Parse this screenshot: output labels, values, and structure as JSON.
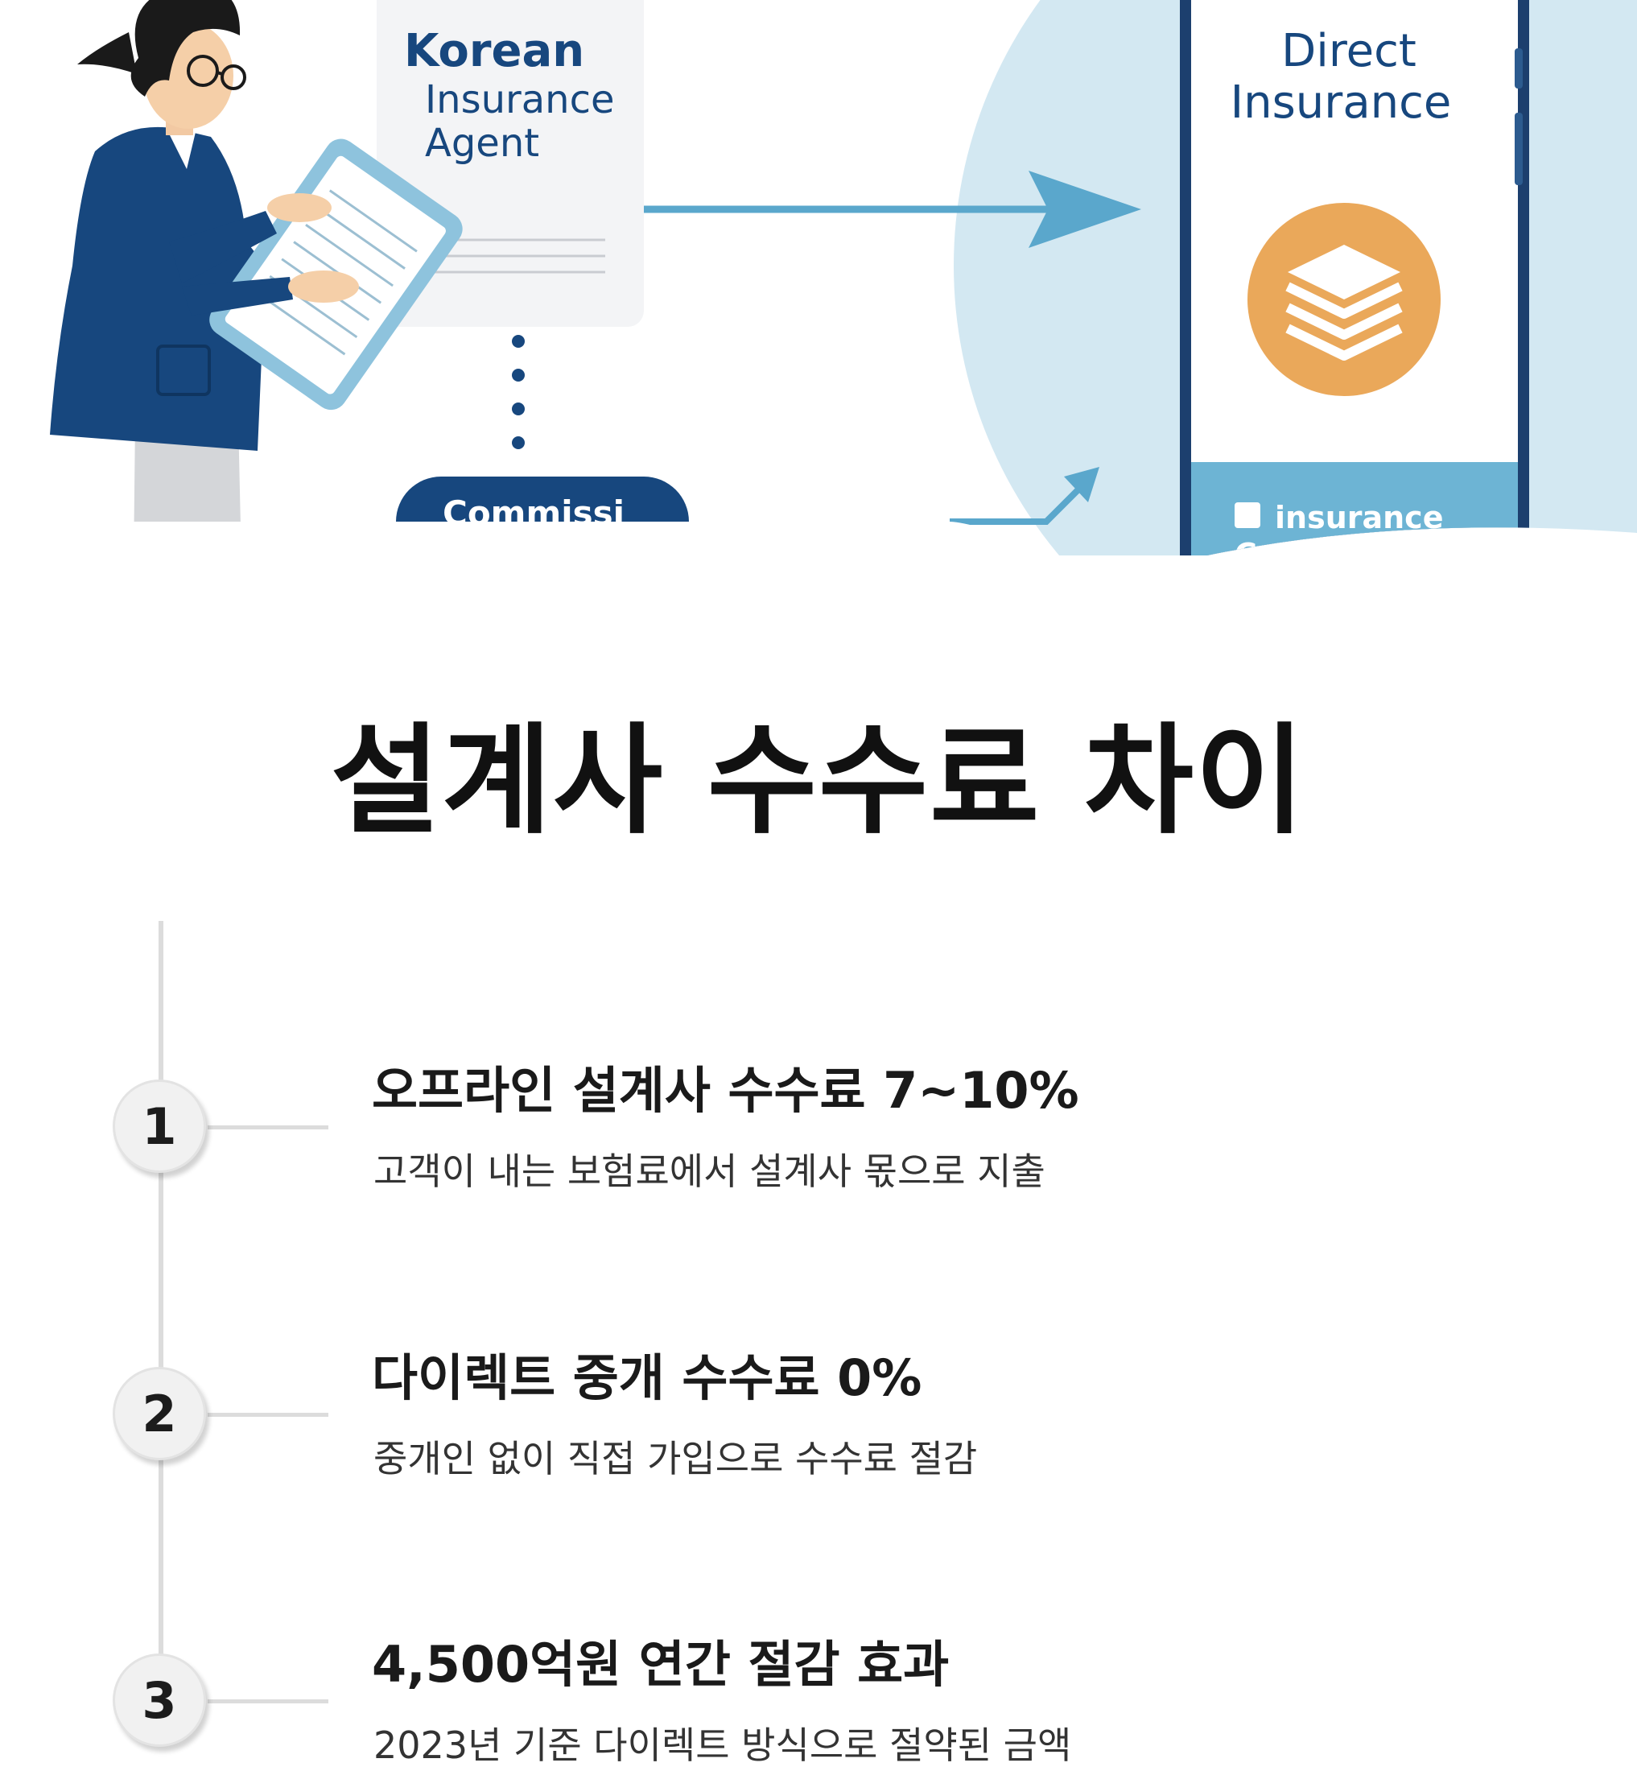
{
  "hero": {
    "agent_label_line1": "Korean",
    "agent_label_line2": "Insurance",
    "agent_label_line3": "Agent",
    "commission_tag": "Commissi",
    "direct_label_line1": "Direct",
    "direct_label_line2": "Insurance",
    "company_label_line1": "insurance",
    "company_label_line2": "Company"
  },
  "section": {
    "title": "설계사 수수료 차이"
  },
  "steps": [
    {
      "number": "1",
      "heading": "오프라인 설계사 수수료 7~10%",
      "description": "고객이 내는 보험료에서 설계사 몫으로 지출"
    },
    {
      "number": "2",
      "heading": "다이렉트 중개 수수료 0%",
      "description": "중개인 없이 직접 가입으로 수수료 절감"
    },
    {
      "number": "3",
      "heading": "4,500억원 연간 절감 효과",
      "description": "2023년 기준 다이렉트 방식으로 절약된 금액"
    }
  ],
  "colors": {
    "navy": "#17477e",
    "accent_blue": "#5aa7cc",
    "light_blue": "#d3e8f2",
    "orange": "#eaa85a",
    "timeline_gray": "#dcdcdc",
    "text_dark": "#111111"
  },
  "icons": {
    "agent_figure": "person-with-clipboard-illustration",
    "phone": "smartphone-illustration",
    "stack": "stacked-layers-icon",
    "arrow": "arrow-right-icon"
  }
}
